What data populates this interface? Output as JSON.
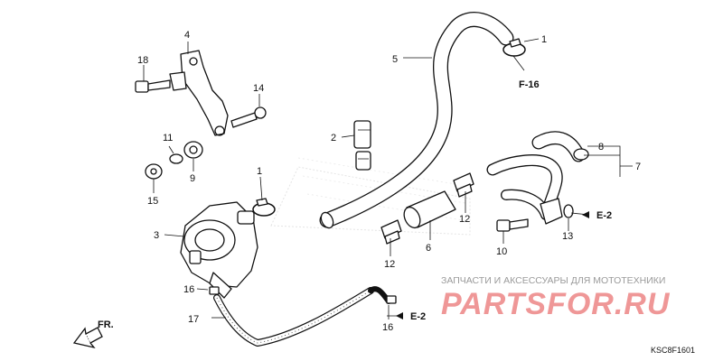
{
  "callouts": {
    "c1a": "1",
    "c4": "4",
    "c18": "18",
    "c14": "14",
    "c5": "5",
    "c2": "2",
    "c11": "11",
    "c9": "9",
    "c15": "15",
    "c1b": "1",
    "c3": "3",
    "c8": "8",
    "c7": "7",
    "c12a": "12",
    "c12b": "12",
    "c6": "6",
    "c10": "10",
    "c13": "13",
    "c16a": "16",
    "c17": "17",
    "c16b": "16"
  },
  "refs": {
    "f16": "F-16",
    "e2a": "E-2",
    "e2b": "E-2"
  },
  "direction_label": "FR.",
  "diagram_code": "KSC8F1601",
  "watermark": {
    "text": "ЗАПЧАСТИ И АКСЕССУАРЫ ДЛЯ МОТОТЕХНИКИ",
    "logo": "PARTSFOR.RU"
  }
}
